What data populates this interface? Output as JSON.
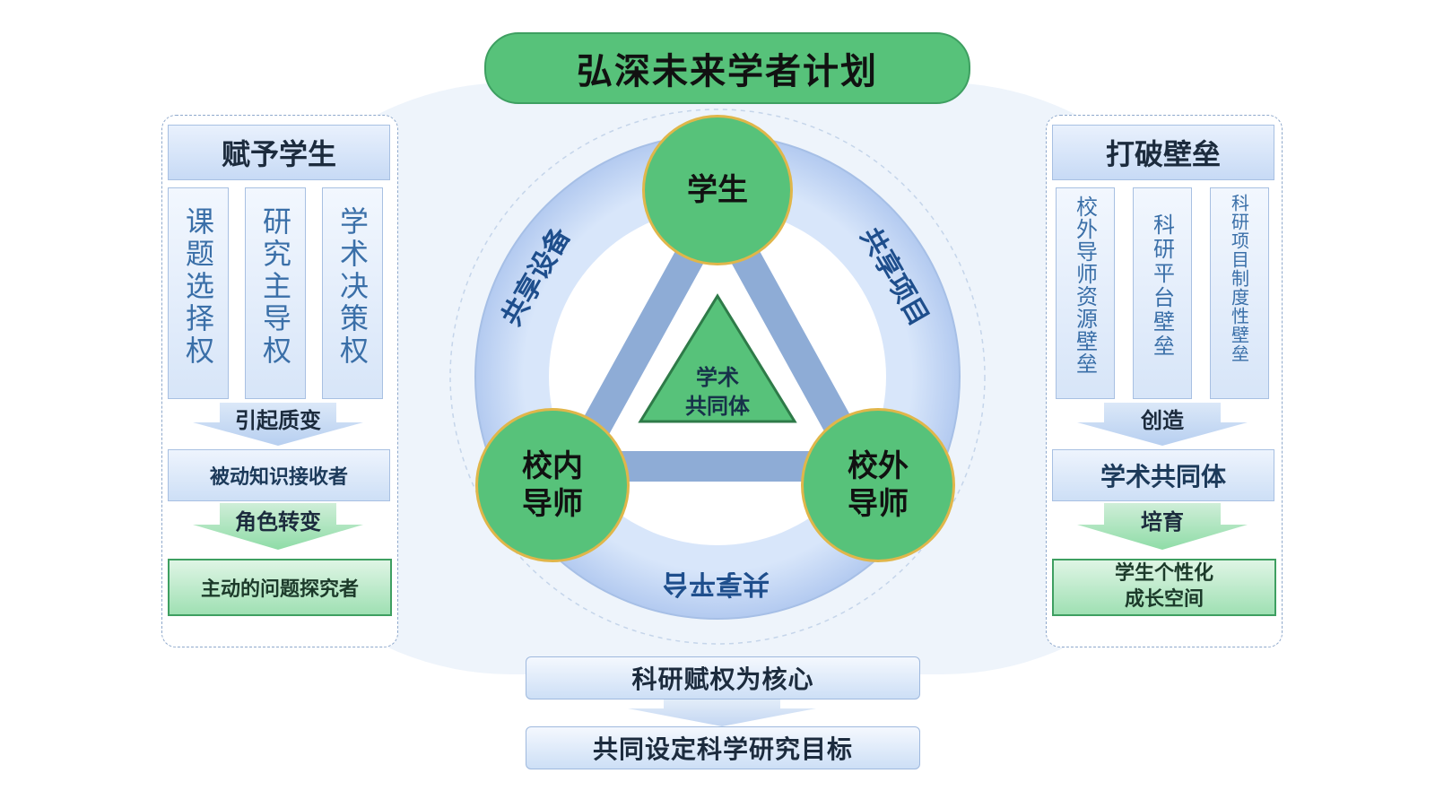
{
  "title": "弘深未来学者计划",
  "left_panel": {
    "header": "赋予学生",
    "columns": [
      "课题选择权",
      "研究主导权",
      "学术决策权"
    ],
    "arrow1": "引起质变",
    "box1": "被动知识接收者",
    "arrow2": "角色转变",
    "box2": "主动的问题探究者"
  },
  "right_panel": {
    "header": "打破壁垒",
    "columns": [
      "校外导师资源壁垒",
      "科研平台壁垒",
      "科研项目制度性壁垒"
    ],
    "arrow1": "创造",
    "box1": "学术共同体",
    "arrow2": "培育",
    "box2_line1": "学生个性化",
    "box2_line2": "成长空间"
  },
  "center": {
    "node_top": "学生",
    "node_left_line1": "校内",
    "node_left_line2": "导师",
    "node_right_line1": "校外",
    "node_right_line2": "导师",
    "triangle_line1": "学术",
    "triangle_line2": "共同体",
    "ring_left": "共享设备",
    "ring_right": "共享项目",
    "ring_bottom": "共享平台"
  },
  "bottom": {
    "box1": "科研赋权为核心",
    "box2": "共同设定科学研究目标"
  },
  "colors": {
    "green": "#57c27a",
    "blue_ring": "#b9cff2",
    "text_blue": "#1e4e8c"
  }
}
